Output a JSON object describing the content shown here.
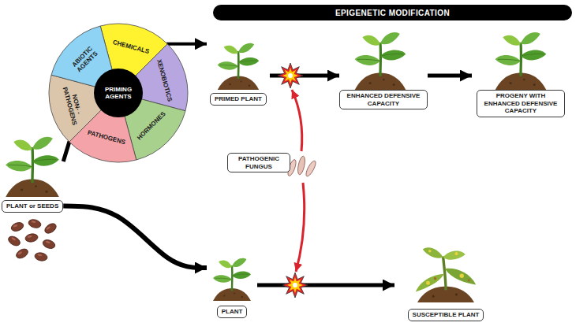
{
  "diagram": {
    "nodes": [
      {
        "text": [
          "EPIGENETIC MODIFICATION"
        ]
      },
      {
        "text": [
          "ABIOTIC AGENTS"
        ]
      },
      {
        "text": [
          "CHEMICALS"
        ]
      },
      {
        "text": [
          "XENOBIOTICS"
        ]
      },
      {
        "text": [
          "HORMONES"
        ]
      },
      {
        "text": [
          "PATHOGENS"
        ]
      },
      {
        "text": [
          "NON- -PATHOGENS"
        ]
      },
      {
        "text": [
          "PRIMING AGENTS"
        ]
      },
      {
        "text": [
          "PLANT or SEEDS"
        ]
      },
      {
        "text": [
          "PRIMED PLANT"
        ]
      },
      {
        "text": [
          "ENHANCED DEFENSIVE CAPACITY"
        ]
      },
      {
        "text": [
          "PROGENY WITH ENHANCED DEFENSIVE CAPACITY"
        ]
      },
      {
        "text": [
          "PATHOGENIC FUNGUS"
        ]
      },
      {
        "text": [
          "PLANT"
        ]
      },
      {
        "text": [
          "SUSCEPTIBLE PLANT"
        ]
      }
    ],
    "edges": [
      {
        "from": 8,
        "to": 7,
        "arrow": "none"
      },
      {
        "from": 7,
        "to": 9,
        "arrow": "to"
      },
      {
        "from": 9,
        "to": 10,
        "arrow": "to"
      },
      {
        "from": 10,
        "to": 11,
        "arrow": "to"
      },
      {
        "from": 8,
        "to": 13,
        "arrow": "to"
      },
      {
        "from": 13,
        "to": 14,
        "arrow": "to"
      }
    ]
  }
}
